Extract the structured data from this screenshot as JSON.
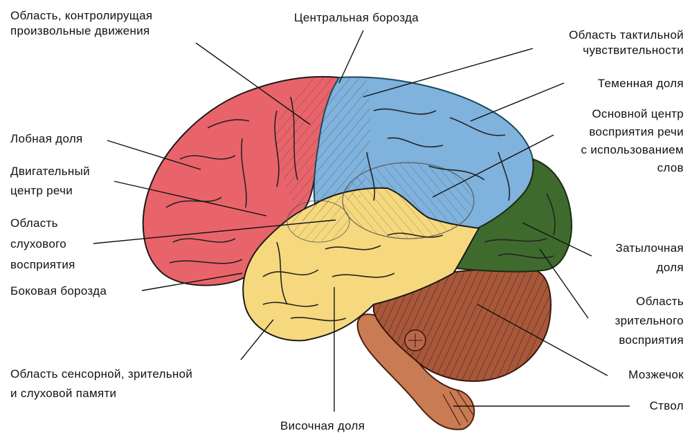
{
  "diagram": {
    "type": "anatomical-brain-lateral-view",
    "colors": {
      "frontal_lobe": "#e8646a",
      "parietal_lobe": "#7fb2dc",
      "temporal_lobe": "#f6d97e",
      "occipital_lobe": "#3f6a2e",
      "cerebellum": "#a8583a",
      "brainstem": "#c97b54",
      "outline": "#1a1a1a",
      "sulci": "#222222"
    },
    "labels": {
      "motor_area": "Область, контролирущая\nпроизвольные движения",
      "central_sulcus": "Центральная борозда",
      "tactile_area": "Область тактильной\nчувствительности",
      "parietal_lobe": "Теменная доля",
      "speech_perception_center": "Основной центр\nвосприятия речи\nс использованием\nслов",
      "frontal_lobe": "Лобная доля",
      "motor_speech_center": "Двигательный\nцентр речи",
      "auditory_area": "Область\nслухового\nвосприятия",
      "lateral_sulcus": "Боковая борозда",
      "occipital_lobe": "Затылочная\nдоля",
      "visual_area": "Область\nзрительного\nвосприятия",
      "memory_area": "Область сенсорной, зрительной\nи слуховой памяти",
      "cerebellum": "Мозжечок",
      "brainstem": "Ствол",
      "temporal_lobe": "Височная доля"
    }
  }
}
